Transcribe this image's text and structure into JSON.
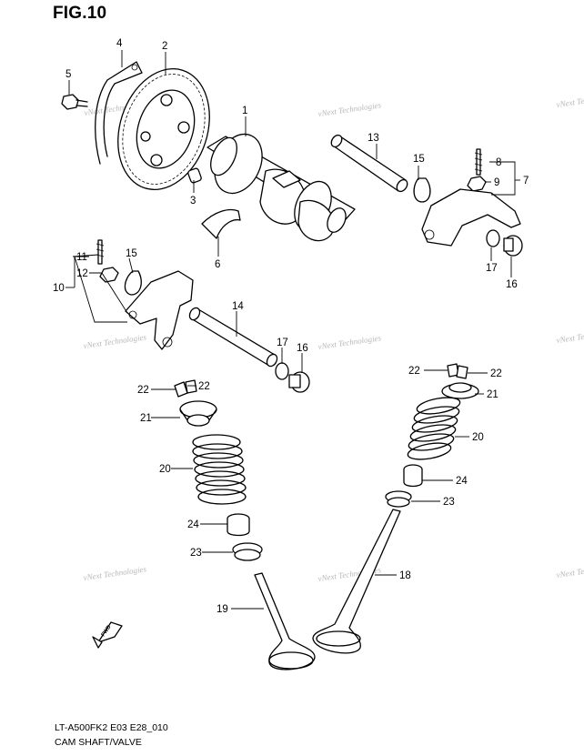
{
  "figure": {
    "title": "FIG.10",
    "code": "LT-A500FK2 E03 E28_010",
    "name": "CAM SHAFT/VALVE"
  },
  "watermark": "vNext Technologies",
  "fwd_label": "FWD",
  "callouts": [
    {
      "id": "c1",
      "text": "1"
    },
    {
      "id": "c2",
      "text": "2"
    },
    {
      "id": "c3",
      "text": "3"
    },
    {
      "id": "c4",
      "text": "4"
    },
    {
      "id": "c5",
      "text": "5"
    },
    {
      "id": "c6",
      "text": "6"
    },
    {
      "id": "c7",
      "text": "7"
    },
    {
      "id": "c8",
      "text": "8"
    },
    {
      "id": "c9",
      "text": "9"
    },
    {
      "id": "c10",
      "text": "10"
    },
    {
      "id": "c11",
      "text": "11"
    },
    {
      "id": "c12",
      "text": "12"
    },
    {
      "id": "c13",
      "text": "13"
    },
    {
      "id": "c14",
      "text": "14"
    },
    {
      "id": "c15a",
      "text": "15"
    },
    {
      "id": "c15b",
      "text": "15"
    },
    {
      "id": "c16a",
      "text": "16"
    },
    {
      "id": "c16b",
      "text": "16"
    },
    {
      "id": "c17a",
      "text": "17"
    },
    {
      "id": "c17b",
      "text": "17"
    },
    {
      "id": "c18",
      "text": "18"
    },
    {
      "id": "c19",
      "text": "19"
    },
    {
      "id": "c20a",
      "text": "20"
    },
    {
      "id": "c20b",
      "text": "20"
    },
    {
      "id": "c21a",
      "text": "21"
    },
    {
      "id": "c21b",
      "text": "21"
    },
    {
      "id": "c22a",
      "text": "22"
    },
    {
      "id": "c22b",
      "text": "22"
    },
    {
      "id": "c22c",
      "text": "22"
    },
    {
      "id": "c22d",
      "text": "22"
    },
    {
      "id": "c23a",
      "text": "23"
    },
    {
      "id": "c23b",
      "text": "23"
    },
    {
      "id": "c24a",
      "text": "24"
    },
    {
      "id": "c24b",
      "text": "24"
    }
  ]
}
